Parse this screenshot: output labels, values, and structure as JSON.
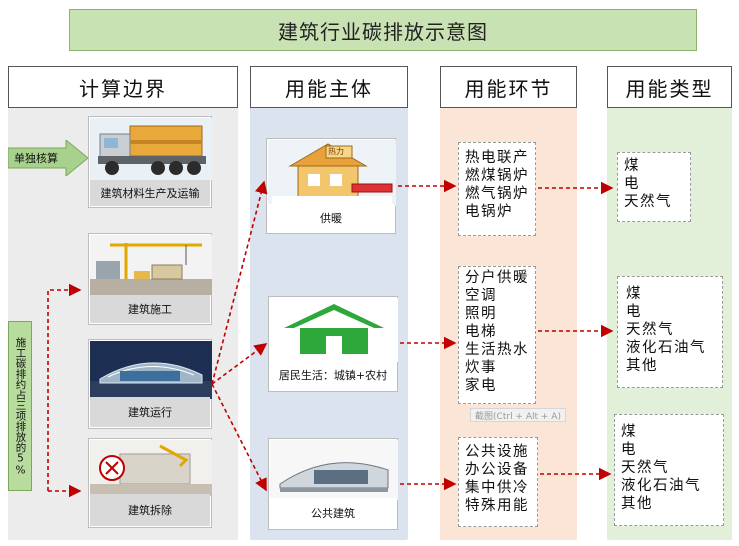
{
  "title": "建筑行业碳排放示意图",
  "columns": {
    "boundary": "计算边界",
    "entity": "用能主体",
    "stage": "用能环节",
    "type": "用能类型"
  },
  "boundary": {
    "separate_label": "单独核算",
    "side_label": "施工碳排约占三项排放的5%",
    "items": [
      {
        "label": "建筑材料生产及运输"
      },
      {
        "label": "建筑施工"
      },
      {
        "label": "建筑运行"
      },
      {
        "label": "建筑拆除"
      }
    ]
  },
  "entities": [
    {
      "label": "供暖",
      "sign": "热力"
    },
    {
      "label": "居民生活：城镇+农村"
    },
    {
      "label": "公共建筑"
    }
  ],
  "stages": [
    {
      "lines": [
        "热电联产",
        "燃煤锅炉",
        "燃气锅炉",
        "电锅炉"
      ]
    },
    {
      "lines": [
        "分户供暖",
        "空调",
        "照明",
        "电梯",
        "生活热水",
        "炊事",
        "家电"
      ]
    },
    {
      "lines": [
        "公共设施",
        "办公设备",
        "集中供冷",
        "特殊用能"
      ]
    }
  ],
  "energy_types": [
    {
      "lines": [
        "煤",
        "电",
        "天然气"
      ]
    },
    {
      "lines": [
        "煤",
        "电",
        "天然气",
        "液化石油气",
        "其他"
      ]
    },
    {
      "lines": [
        "煤",
        "电",
        "天然气",
        "液化石油气",
        "其他"
      ]
    }
  ],
  "watermark": "截图(Ctrl + Alt + A)",
  "colors": {
    "arrow": "#c00000",
    "title_bg": "#c9e2b3",
    "house_green": "#2ea83a",
    "side_green": "#b8dc9e"
  }
}
